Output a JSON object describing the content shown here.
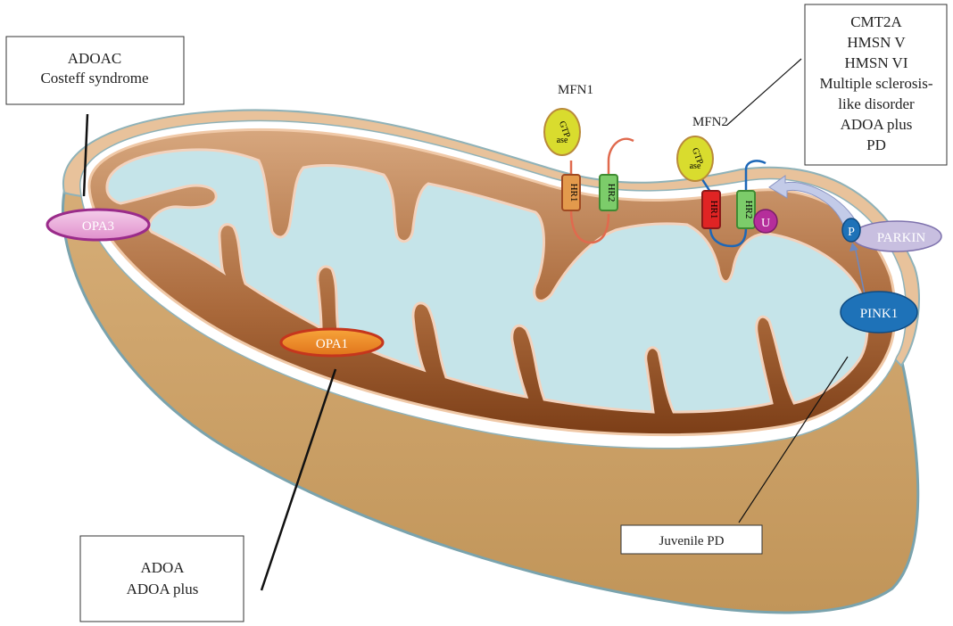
{
  "callouts": {
    "top_left": [
      "ADOAC",
      "Costeff syndrome"
    ],
    "top_right": [
      "CMT2A",
      "HMSN V",
      "HMSN VI",
      "Multiple sclerosis-",
      "like disorder",
      "ADOA plus",
      "PD"
    ],
    "bottom_left": [
      "ADOA",
      "ADOA plus"
    ],
    "bottom_right": "Juvenile PD"
  },
  "proteins": {
    "opa3": "OPA3",
    "opa1": "OPA1",
    "mfn1": "MFN1",
    "mfn2": "MFN2",
    "pink1": "PINK1",
    "parkin": "PARKIN",
    "p": "P",
    "u": "U"
  },
  "domains": {
    "gtpase_top": "GTP",
    "gtpase_bottom": "ase",
    "hr1": "HR1",
    "hr2": "HR2"
  },
  "colors": {
    "outer_body": "#c49a62",
    "outer_membrane": "#e2b58a",
    "matrix": "#c5e4e9",
    "cristae": "#9a5b30",
    "opa3": "#e7a8d6",
    "opa1": "#ef8b1f",
    "gtpase": "#d9dc2e",
    "hr1_mfn1": "#e39a4c",
    "hr1_mfn2": "#e02424",
    "hr2": "#7ccc6a",
    "pink1": "#1e72b8",
    "parkin": "#c8bfe0",
    "ubiquitin": "#b52e9b"
  }
}
